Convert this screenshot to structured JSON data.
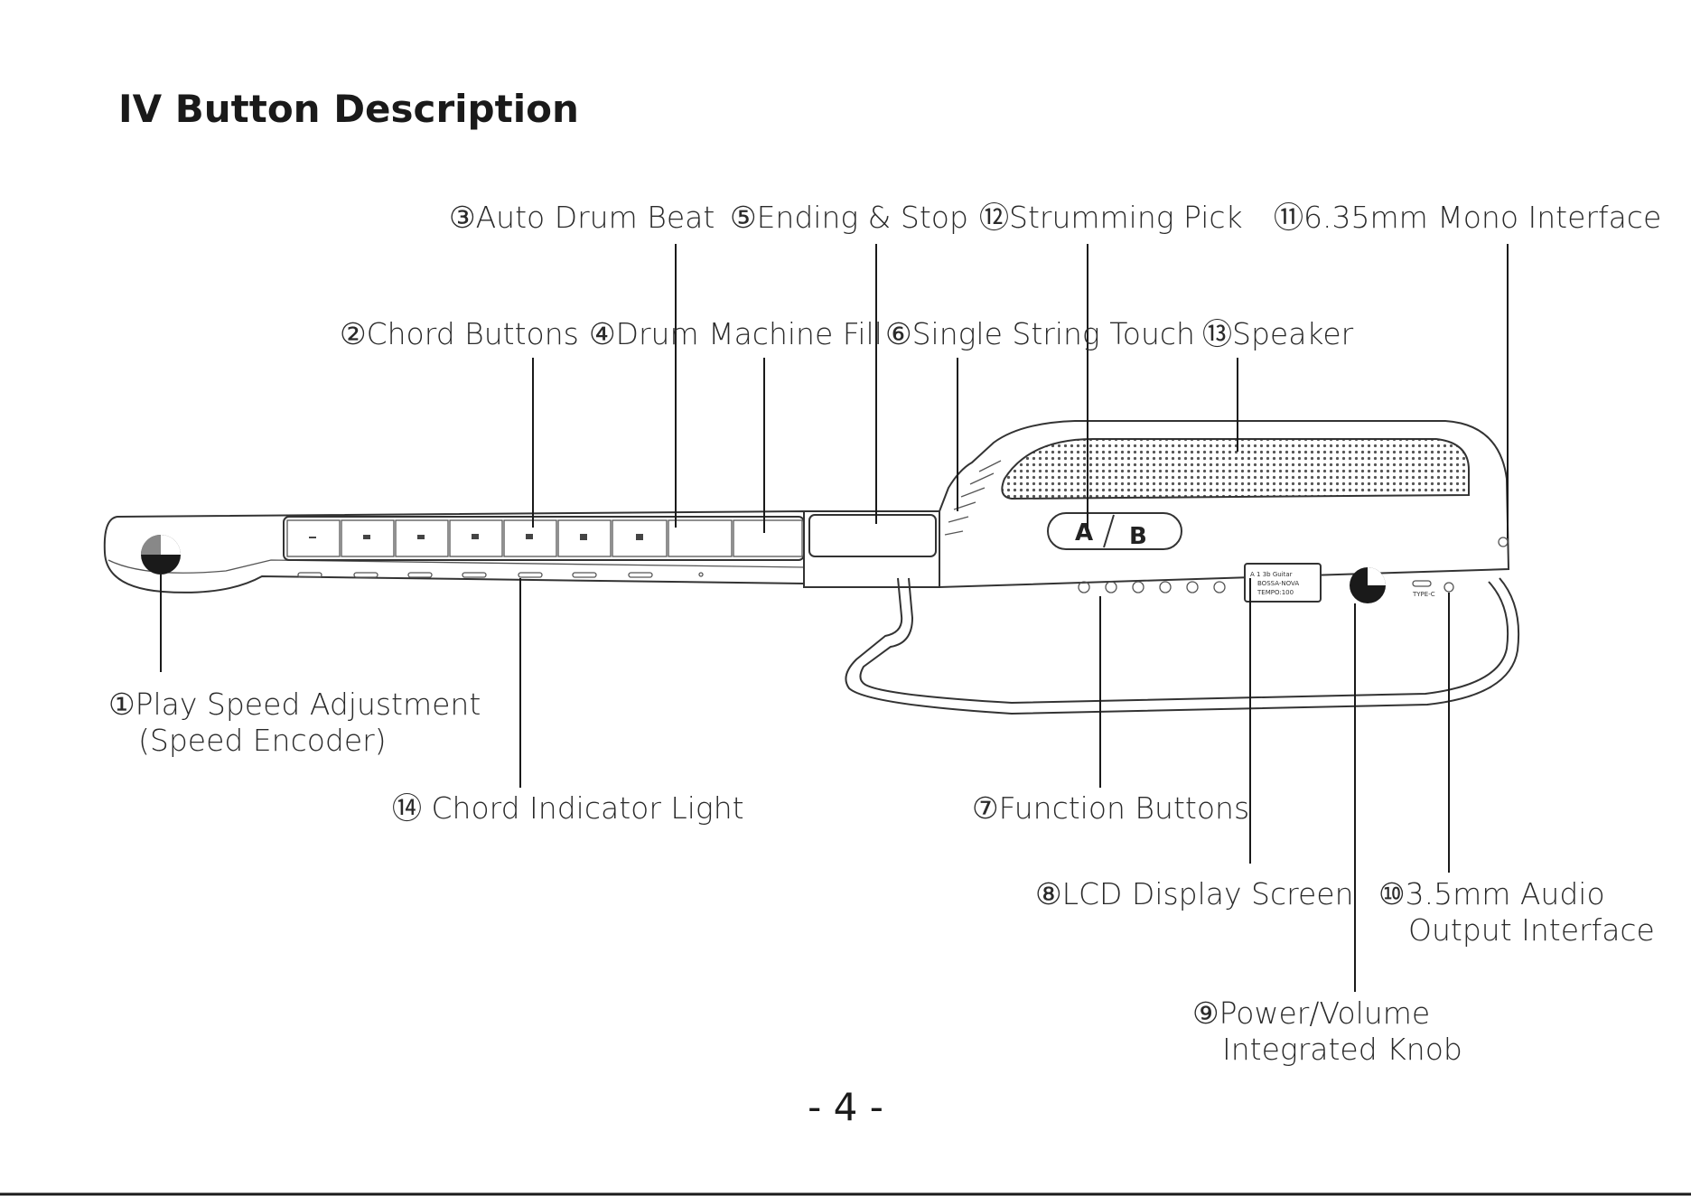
{
  "page": {
    "title": "IV Button Description",
    "page_number": "- 4 -"
  },
  "callouts": {
    "c3": "③Auto Drum Beat",
    "c5": "⑤Ending & Stop",
    "c12": "⑫Strumming Pick",
    "c11": "⑪6.35mm Mono Interface",
    "c2": "②Chord Buttons",
    "c4": "④Drum Machine Fill",
    "c6": "⑥Single String Touch",
    "c13": "⑬Speaker",
    "c1_line1": "①Play Speed Adjustment",
    "c1_line2": "(Speed Encoder)",
    "c14": "⑭ Chord Indicator Light",
    "c7": "⑦Function Buttons",
    "c8": "⑧LCD Display Screen",
    "c10_line1": "⑩3.5mm Audio",
    "c10_line2": "Output Interface",
    "c9_line1": "⑨Power/Volume",
    "c9_line2": "Integrated Knob"
  },
  "device": {
    "pick_a": "A",
    "pick_b": "B",
    "lcd_line1": "A  1  3b Guitar",
    "lcd_line2": "BOSSA-NOVA",
    "lcd_line3": "TEMPO:100",
    "port_label": "TYPE-C"
  }
}
